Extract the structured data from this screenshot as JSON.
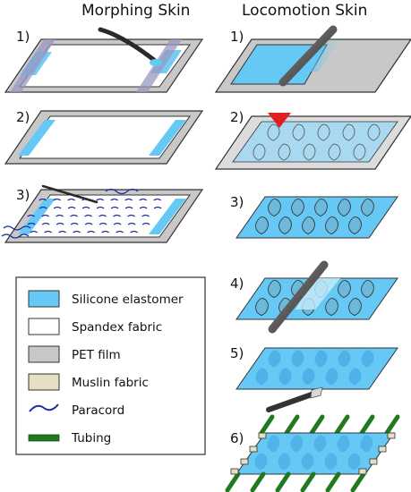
{
  "titles": {
    "morphing": "Morphing Skin",
    "locomotion": "Locomotion Skin"
  },
  "steps": {
    "morphing": [
      "1)",
      "2)",
      "3)"
    ],
    "locomotion": [
      "1)",
      "2)",
      "3)",
      "4)",
      "5)",
      "6)"
    ]
  },
  "legend": {
    "items": [
      {
        "label": "Silicone elastomer",
        "swatch": "box",
        "color": "#66c8f5"
      },
      {
        "label": "Spandex fabric",
        "swatch": "box",
        "color": "#ffffff"
      },
      {
        "label": "PET film",
        "swatch": "box",
        "color": "#c8c8c8"
      },
      {
        "label": "Muslin fabric",
        "swatch": "box",
        "color": "#e6dfc2"
      },
      {
        "label": "Paracord",
        "swatch": "wave",
        "color": "#1f2f9f"
      },
      {
        "label": "Tubing",
        "swatch": "bar",
        "color": "#1f7a1f"
      }
    ]
  },
  "colors": {
    "silicone": "#66c8f5",
    "spandex": "#ffffff",
    "pet": "#c8c8c8",
    "muslin": "#e6dfc2",
    "paracord": "#1f2f9f",
    "tubing": "#1f7a1f",
    "injector": "#e02020",
    "tool": "#555555"
  }
}
